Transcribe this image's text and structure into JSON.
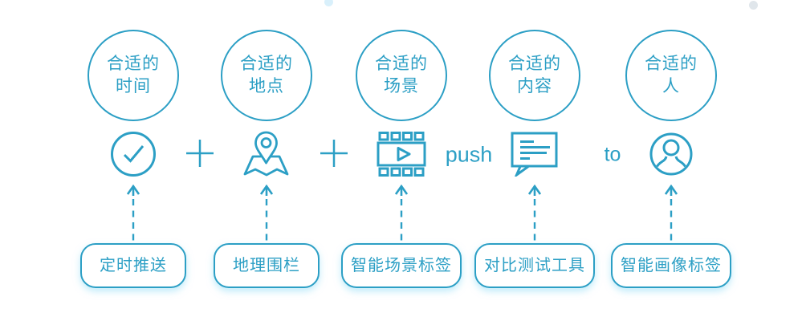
{
  "colors": {
    "accent": "#2c9fc5",
    "label_shadow": "rgba(141,219,245,0.55)",
    "decor_dot_blue": "#d9f0fb",
    "decor_dot_gray": "#e0e6eb",
    "background": "#ffffff"
  },
  "columns": [
    {
      "circle": {
        "line1": "合适的",
        "line2": "时间"
      },
      "icon": "clock-check-icon",
      "label": "定时推送"
    },
    {
      "circle": {
        "line1": "合适的",
        "line2": "地点"
      },
      "icon": "map-pin-icon",
      "label": "地理围栏"
    },
    {
      "circle": {
        "line1": "合适的",
        "line2": "场景"
      },
      "icon": "film-play-icon",
      "label": "智能场景标签"
    },
    {
      "circle": {
        "line1": "合适的",
        "line2": "内容"
      },
      "icon": "message-lines-icon",
      "label": "对比测试工具"
    },
    {
      "circle": {
        "line1": "合适的",
        "line2": "人"
      },
      "icon": "person-avatar-icon",
      "label": "智能画像标签"
    }
  ],
  "connectors": [
    {
      "type": "icon",
      "name": "plus-icon"
    },
    {
      "type": "icon",
      "name": "plus-icon"
    },
    {
      "type": "text",
      "label": "push"
    },
    {
      "type": "text",
      "label": "to"
    }
  ]
}
